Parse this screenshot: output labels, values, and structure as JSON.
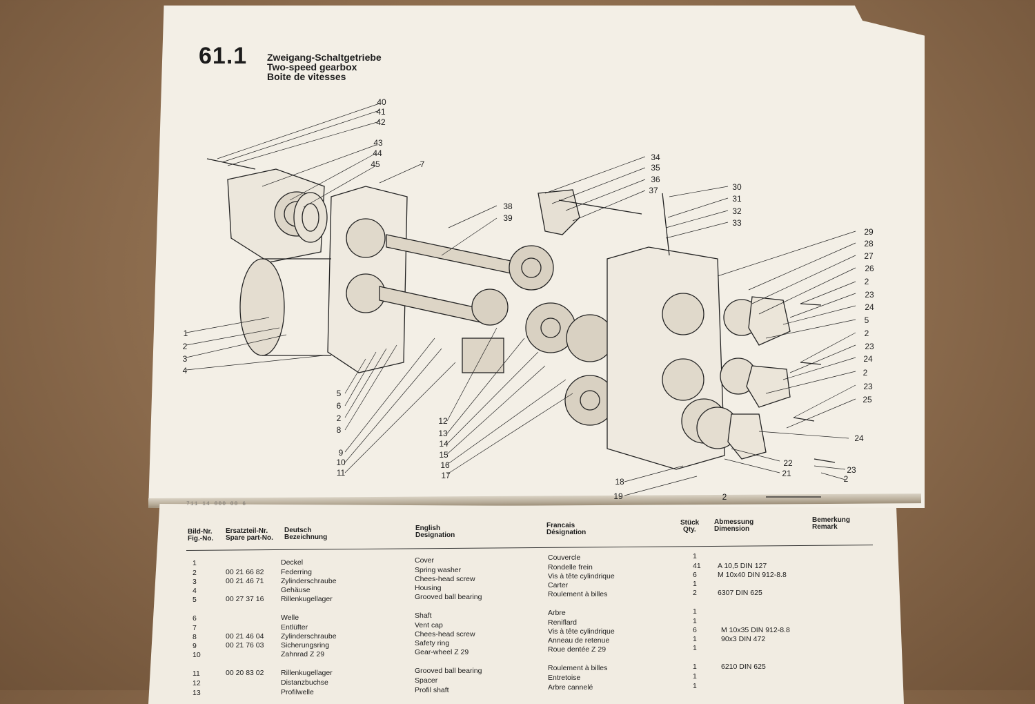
{
  "section": {
    "number": "61.1",
    "title_de": "Zweigang-Schaltgetriebe",
    "title_en": "Two-speed gearbox",
    "title_fr": "Boite de vitesses"
  },
  "diagram": {
    "callouts": [
      "40",
      "41",
      "42",
      "43",
      "44",
      "45",
      "7",
      "34",
      "35",
      "36",
      "37",
      "30",
      "31",
      "32",
      "33",
      "38",
      "39",
      "29",
      "28",
      "27",
      "26",
      "2",
      "23",
      "24",
      "5",
      "2",
      "23",
      "24",
      "2",
      "23",
      "25",
      "24",
      "22",
      "21",
      "23",
      "2",
      "1",
      "2",
      "3",
      "4",
      "5",
      "6",
      "2",
      "8",
      "9",
      "10",
      "11",
      "12",
      "13",
      "14",
      "15",
      "16",
      "17",
      "18",
      "19",
      "2"
    ]
  },
  "stamp_text": "711 14 000 00 6",
  "table": {
    "headers": {
      "fig_no_de": "Bild-Nr.",
      "fig_no_en": "Fig.-No.",
      "part_no_de": "Ersatzteil-Nr.",
      "part_no_en": "Spare part-No.",
      "deutsch_1": "Deutsch",
      "deutsch_2": "Bezeichnung",
      "english_1": "English",
      "english_2": "Designation",
      "francais_1": "Francais",
      "francais_2": "Désignation",
      "qty_de": "Stück",
      "qty_en": "Qty.",
      "dim_de": "Abmessung",
      "dim_en": "Dimension",
      "remark_de": "Bemerkung",
      "remark_en": "Remark"
    },
    "rows": [
      {
        "fig": "1",
        "part": "",
        "de": "Deckel",
        "en": "Cover",
        "fr": "Couvercle",
        "qty": "1",
        "dim": ""
      },
      {
        "fig": "2",
        "part": "00 21 66 82",
        "de": "Federring",
        "en": "Spring washer",
        "fr": "Rondelle frein",
        "qty": "41",
        "dim": "A 10,5 DIN 127"
      },
      {
        "fig": "3",
        "part": "00 21 46 71",
        "de": "Zylinderschraube",
        "en": "Chees-head screw",
        "fr": "Vis à tête cylindrique",
        "qty": "6",
        "dim": "M 10x40 DIN 912-8.8"
      },
      {
        "fig": "4",
        "part": "",
        "de": "Gehäuse",
        "en": "Housing",
        "fr": "Carter",
        "qty": "1",
        "dim": ""
      },
      {
        "fig": "5",
        "part": "00 27 37 16",
        "de": "Rillenkugellager",
        "en": "Grooved ball bearing",
        "fr": "Roulement à billes",
        "qty": "2",
        "dim": "6307 DIN 625"
      },
      {
        "fig": "6",
        "part": "",
        "de": "Welle",
        "en": "Shaft",
        "fr": "Arbre",
        "qty": "1",
        "dim": ""
      },
      {
        "fig": "7",
        "part": "",
        "de": "Entlüfter",
        "en": "Vent cap",
        "fr": "Reniflard",
        "qty": "1",
        "dim": ""
      },
      {
        "fig": "8",
        "part": "00 21 46 04",
        "de": "Zylinderschraube",
        "en": "Chees-head screw",
        "fr": "Vis à tête cylindrique",
        "qty": "6",
        "dim": "M 10x35 DIN 912-8.8"
      },
      {
        "fig": "9",
        "part": "00 21 76 03",
        "de": "Sicherungsring",
        "en": "Safety ring",
        "fr": "Anneau de retenue",
        "qty": "1",
        "dim": "90x3 DIN 472"
      },
      {
        "fig": "10",
        "part": "",
        "de": "Zahnrad Z 29",
        "en": "Gear-wheel Z 29",
        "fr": "Roue dentée Z 29",
        "qty": "1",
        "dim": ""
      },
      {
        "fig": "11",
        "part": "00 20 83 02",
        "de": "Rillenkugellager",
        "en": "Grooved ball bearing",
        "fr": "Roulement à billes",
        "qty": "1",
        "dim": "6210 DIN 625"
      },
      {
        "fig": "12",
        "part": "",
        "de": "Distanzbuchse",
        "en": "Spacer",
        "fr": "Entretoise",
        "qty": "1",
        "dim": ""
      },
      {
        "fig": "13",
        "part": "",
        "de": "Profilwelle",
        "en": "Profil shaft",
        "fr": "Arbre cannelé",
        "qty": "1",
        "dim": ""
      }
    ]
  }
}
